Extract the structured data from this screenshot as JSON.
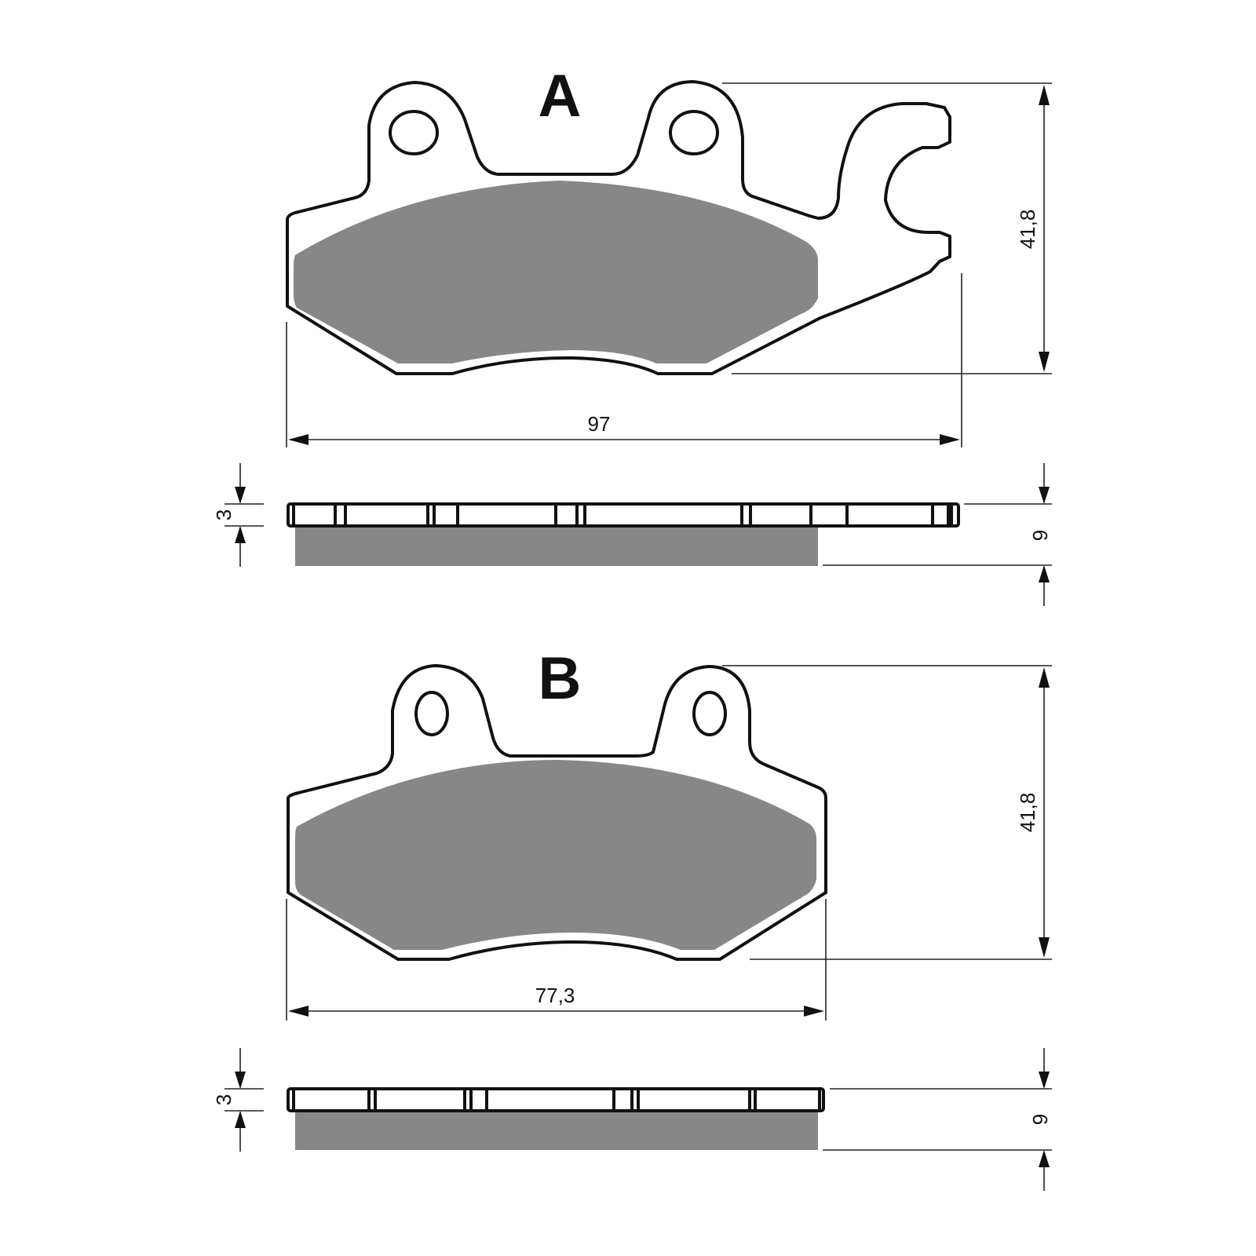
{
  "drawing": {
    "title": "Brake pad technical drawing",
    "colors": {
      "outline": "#111111",
      "friction_material": "#878787",
      "background": "#ffffff"
    },
    "parts": [
      {
        "id": "A",
        "label": "A",
        "dimensions": {
          "width": "97",
          "height": "41,8",
          "backing_plate_thickness": "3",
          "total_thickness": "9"
        }
      },
      {
        "id": "B",
        "label": "B",
        "dimensions": {
          "width": "77,3",
          "height": "41,8",
          "backing_plate_thickness": "3",
          "total_thickness": "9"
        }
      }
    ]
  }
}
